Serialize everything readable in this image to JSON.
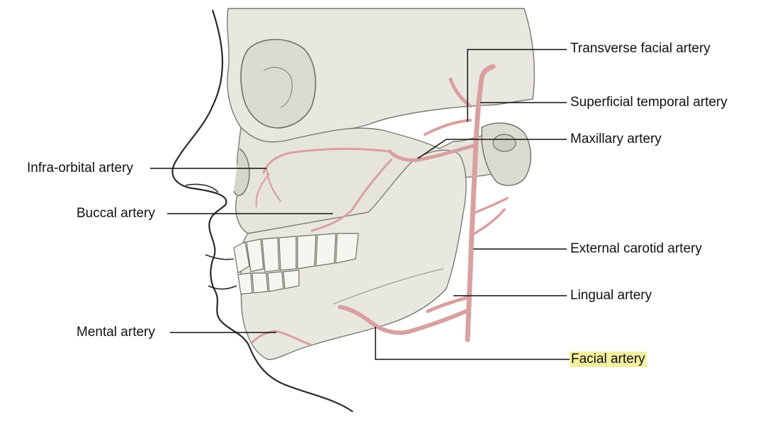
{
  "colors": {
    "background": "#ffffff",
    "bone_fill": "#e9e8e0",
    "bone_line": "#7a7a72",
    "skin_line": "#2a2a2a",
    "artery": "#d9a0a0",
    "artery_dark": "#b97c7c",
    "leader": "#111111",
    "highlight": "#f3efa0"
  },
  "labels": {
    "transverse_facial": "Transverse facial artery",
    "superficial_temporal": "Superficial temporal artery",
    "maxillary": "Maxillary artery",
    "infra_orbital": "Infra-orbital artery",
    "buccal": "Buccal artery",
    "external_carotid": "External carotid artery",
    "lingual": "Lingual artery",
    "mental": "Mental artery",
    "facial": "Facial artery"
  },
  "highlighted_label": "facial"
}
